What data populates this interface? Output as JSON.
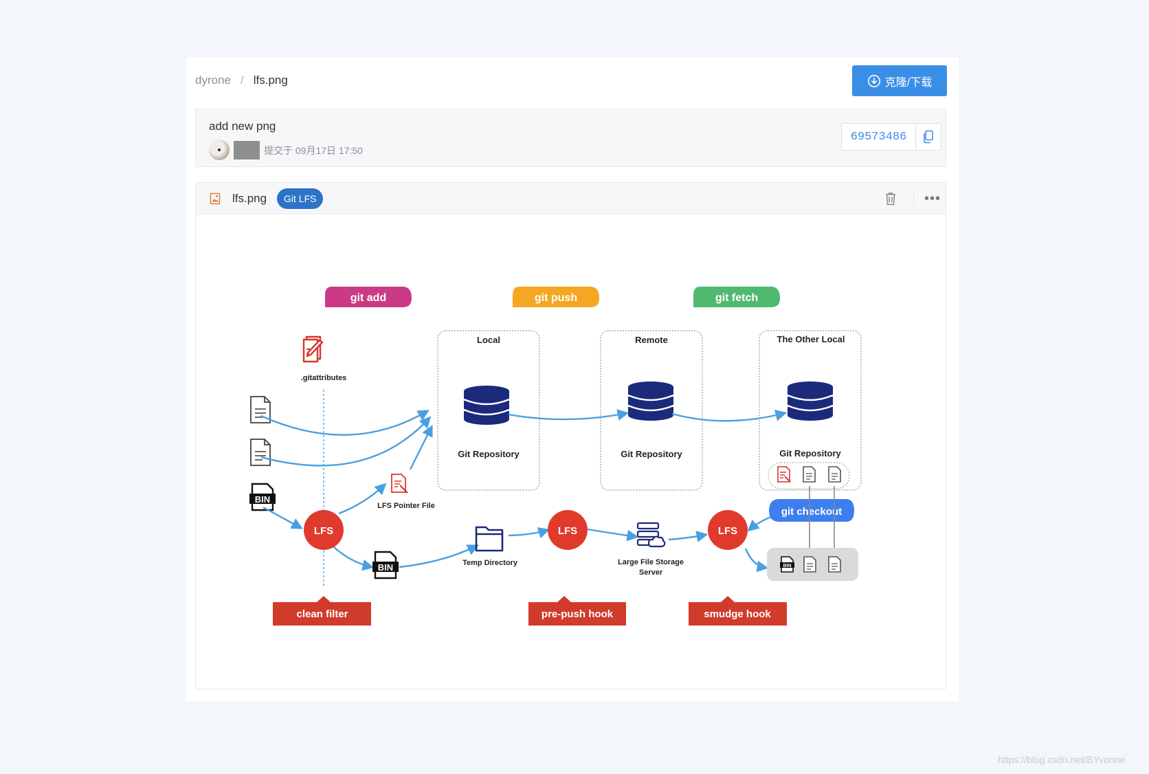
{
  "breadcrumb": {
    "root": "dyrone",
    "separator": "/",
    "file": "lfs.png"
  },
  "clone_button": {
    "label": "克隆/下载",
    "icon": "download-circle-icon"
  },
  "commit": {
    "message": "add new png",
    "time_text": "提交于 09月17日 17:50",
    "sha": "69573486"
  },
  "file": {
    "name": "lfs.png",
    "badge": "Git LFS",
    "more_label": "•••"
  },
  "diagram": {
    "commands": {
      "add": "git add",
      "push": "git push",
      "fetch": "git fetch",
      "checkout": "git checkout"
    },
    "boxes": {
      "local": "Local",
      "remote": "Remote",
      "other": "The Other Local"
    },
    "repo_label": "Git Repository",
    "gitattributes": ".gitattributes",
    "pointer_file": "LFS Pointer File",
    "temp_dir": "Temp Directory",
    "storage_line1": "Large File Storage",
    "storage_line2": "Server",
    "lfs": "LFS",
    "bin": "BIN",
    "hooks": {
      "clean": "clean filter",
      "prepush": "pre-push hook",
      "smudge": "smudge hook"
    },
    "colors": {
      "add": "#cb3a86",
      "push": "#f5a623",
      "fetch": "#4fba6f",
      "checkout": "#3d7ff0",
      "lfs": "#e03a2d",
      "hook": "#d03b2b",
      "arrow": "#4a9fe0",
      "db": "#1b2a7a"
    }
  },
  "watermark": "https://blog.csdn.net/BYvonne"
}
